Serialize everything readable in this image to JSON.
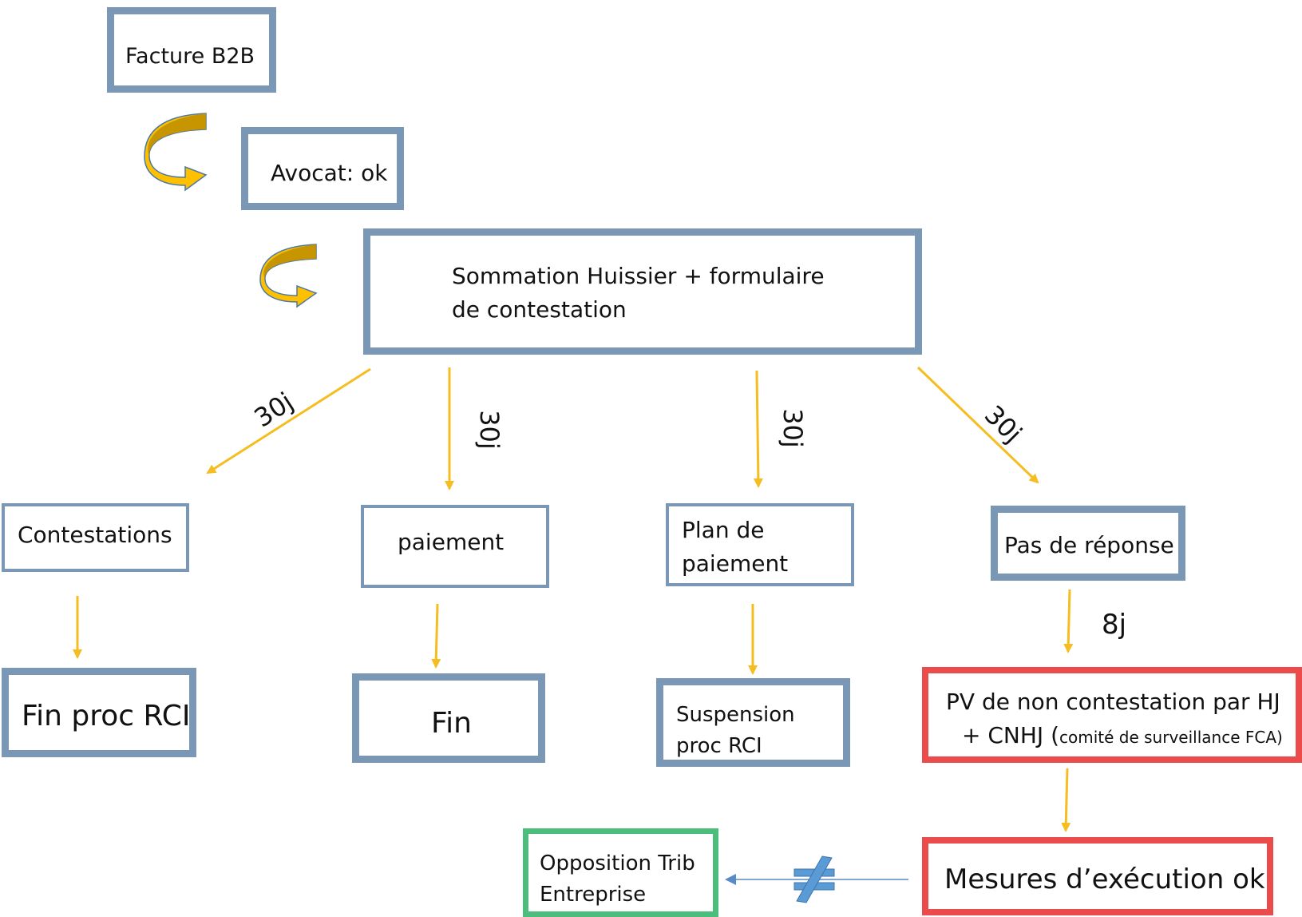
{
  "boxes": {
    "facture": "Facture B2B",
    "avocat": "Avocat: ok",
    "sommation_line1": "Sommation  Huissier + formulaire",
    "sommation_line2": "de contestation",
    "contestations": "Contestations",
    "paiement": "paiement",
    "plan_line1": "Plan de",
    "plan_line2": "paiement",
    "pas_reponse": "Pas de réponse",
    "fin_proc": "Fin proc RCI",
    "fin": "Fin",
    "suspension_line1": "Suspension",
    "suspension_line2": "proc RCI",
    "pv_line1": "PV de non contestation par HJ",
    "pv_line2_main": "+ CNHJ (",
    "pv_line2_small": "comité de surveillance FCA)",
    "mesures": "Mesures d’exécution ok",
    "opposition_line1": "Opposition Trib",
    "opposition_line2": "Entreprise"
  },
  "edge_labels": {
    "d1": "30j",
    "d2": "30j",
    "d3": "30j",
    "d4": "30j",
    "d5": "8j"
  },
  "symbols": {
    "not_equal": "≠"
  },
  "colors": {
    "box_blue": "#7a97b6",
    "box_red": "#ec4b4b",
    "box_green": "#4dbd7e",
    "arrow_yellow": "#f5bd1f",
    "curved_arrow_fill": "#ffc000",
    "curved_arrow_dark": "#c09000",
    "curved_arrow_edge": "#4a78a8",
    "line_blue": "#5a8ac6",
    "noteq_fill": "#5b9bd5"
  }
}
